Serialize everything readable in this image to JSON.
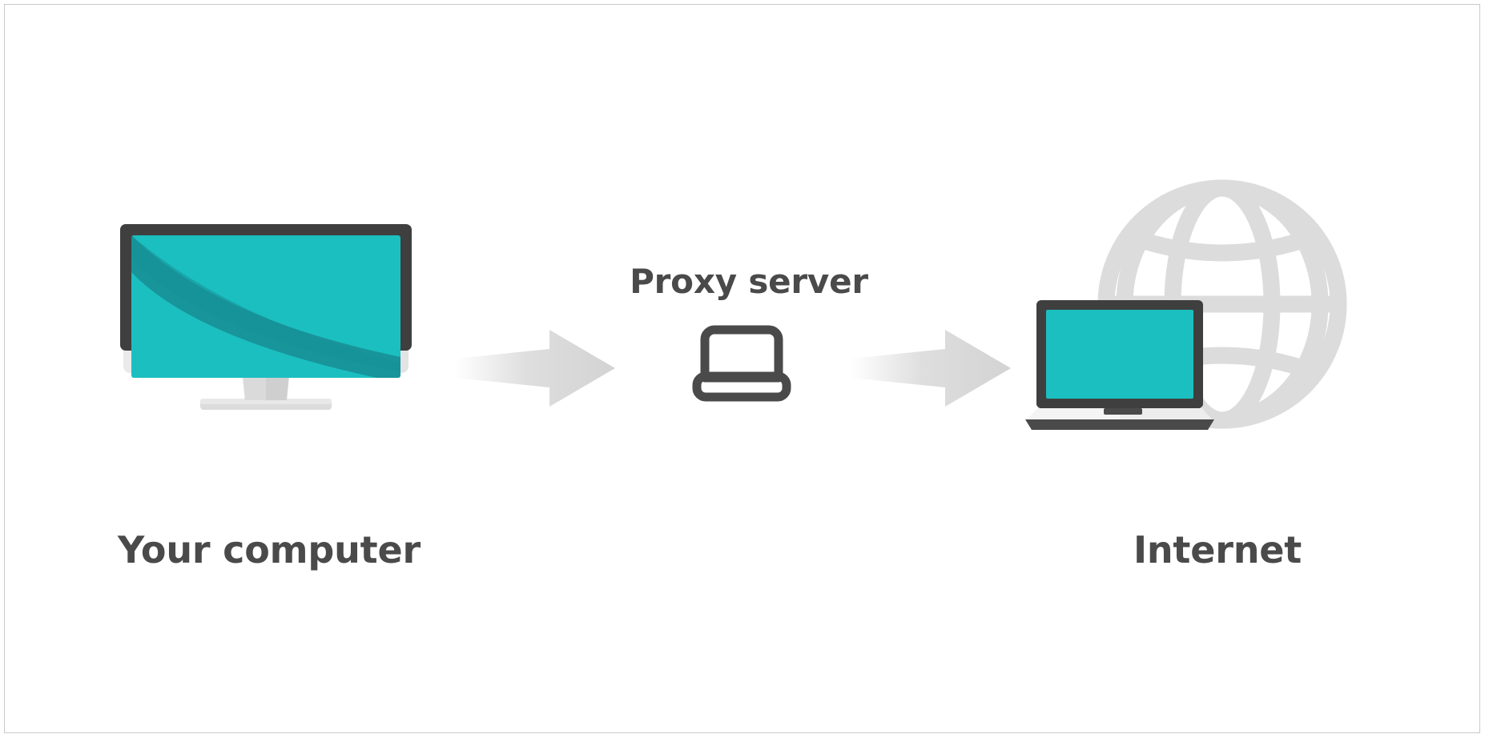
{
  "diagram": {
    "title_text_nodes": {
      "your_computer": "Your computer",
      "proxy_server": "Proxy server",
      "internet": "Internet"
    },
    "nodes": [
      {
        "id": "your-computer",
        "label": "Your computer",
        "icon": "desktop-monitor-icon",
        "label_position": "below"
      },
      {
        "id": "proxy-server",
        "label": "Proxy server",
        "icon": "laptop-outline-icon",
        "label_position": "above"
      },
      {
        "id": "internet",
        "label": "Internet",
        "icon": "laptop-with-globe-icon",
        "label_position": "below"
      }
    ],
    "connectors": [
      {
        "id": "arrow-1",
        "from": "your-computer",
        "to": "proxy-server",
        "icon": "arrow-right-icon",
        "direction": "right"
      },
      {
        "id": "arrow-2",
        "from": "proxy-server",
        "to": "internet",
        "icon": "arrow-right-icon",
        "direction": "right"
      }
    ],
    "colors": {
      "screen_teal": "#1BBFC0",
      "screen_teal_shade": "#18949B",
      "bezel_dark": "#3F3F3F",
      "label_text": "#4a4a4a",
      "arrow_gray": "#D3D3D3",
      "globe_gray": "#DCDCDC",
      "body_light_gray": "#E3E3E3",
      "body_mid_gray": "#C9C9C9",
      "background": "#FFFFFF",
      "frame_border": "#C9C9C9"
    }
  }
}
